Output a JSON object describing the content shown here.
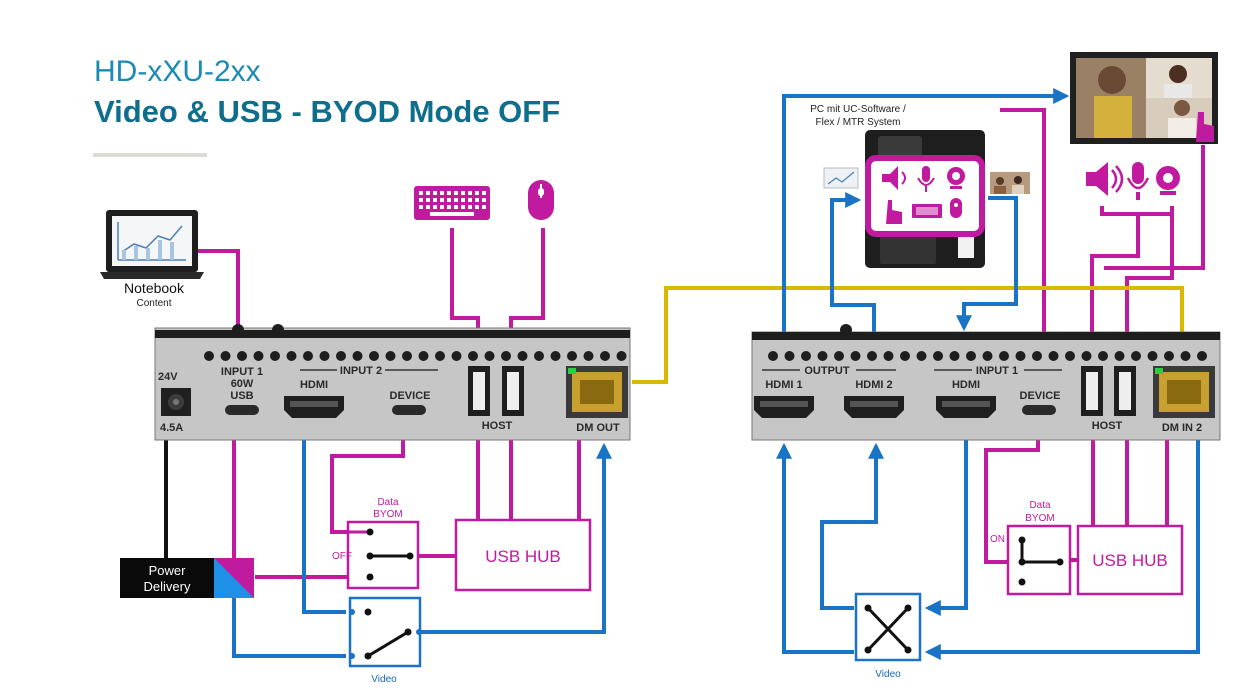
{
  "header": {
    "subtitle": "HD-xXU-2xx",
    "title": "Video & USB - BYOD Mode OFF"
  },
  "colors": {
    "magenta": "#c01a9e",
    "blue": "#1a73c4",
    "yellow": "#d9b800",
    "title": "#0f6e8c"
  },
  "left_device": {
    "power_label": "24V",
    "power_amps": "4.5A",
    "input1_l1": "INPUT 1",
    "input1_l2": "60W",
    "input1_l3": "USB",
    "input2_header": "INPUT 2",
    "hdmi": "HDMI",
    "device": "DEVICE",
    "host": "HOST",
    "dm_out": "DM OUT"
  },
  "right_device": {
    "output_header": "OUTPUT",
    "hdmi1": "HDMI 1",
    "hdmi2": "HDMI 2",
    "input1_header": "INPUT 1",
    "hdmi": "HDMI",
    "device": "DEVICE",
    "host": "HOST",
    "dm_in": "DM IN 2"
  },
  "notebook": {
    "label": "Notebook",
    "sublabel": "Content"
  },
  "pc": {
    "label_l1": "PC mit UC-Software /",
    "label_l2": "Flex / MTR System"
  },
  "left_byom": {
    "label_l1": "Data",
    "label_l2": "BYOM",
    "state": "OFF"
  },
  "right_byom": {
    "label_l1": "Data",
    "label_l2": "BYOM",
    "state": "ON"
  },
  "usb_hub_left": "USB HUB",
  "usb_hub_right": "USB HUB",
  "power_delivery": {
    "l1": "Power",
    "l2": "Delivery"
  },
  "video_left": "Video",
  "video_right": "Video"
}
